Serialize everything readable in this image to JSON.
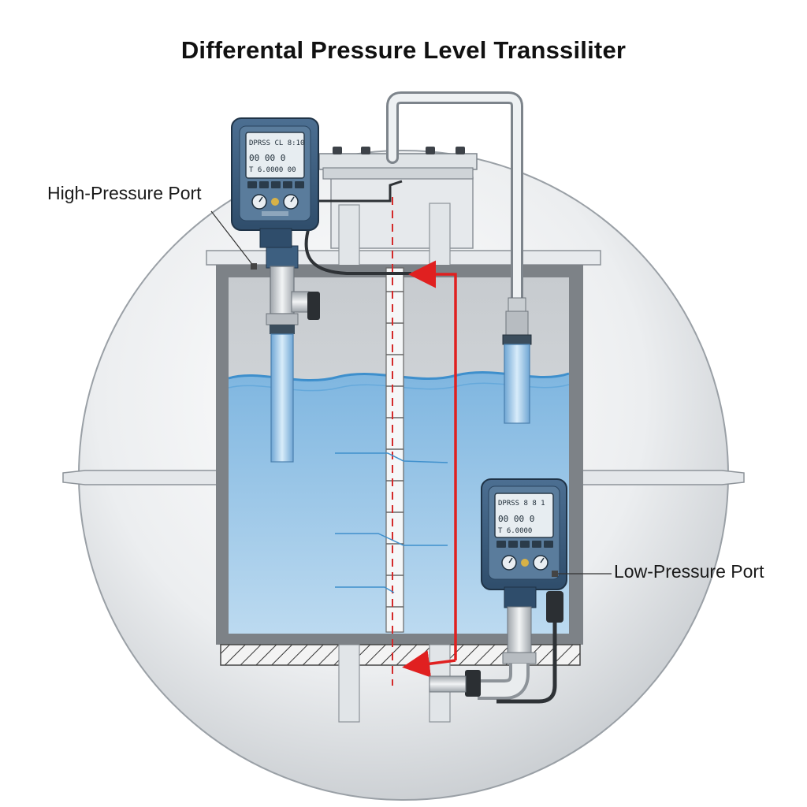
{
  "title": "Differental Pressure Level Transsiliter",
  "labels": {
    "high_pressure_port": "High-Pressure Port",
    "low_pressure_port": "Low-Pressure Port"
  },
  "icons": [
    "transmitter-display-icon",
    "gauge-icon",
    "flow-arrow-icon"
  ],
  "colors": {
    "water": "#9cc9ea",
    "transmitter_body": "#3d5f80",
    "flow_arrow": "#e02020",
    "vessel": "#e9ecef"
  }
}
